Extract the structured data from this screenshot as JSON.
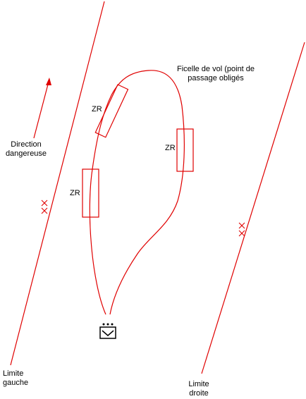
{
  "labels": {
    "ficelle_line1": "Ficelle de vol (point de",
    "ficelle_line2": "passage obligés",
    "direction_line1": "Direction",
    "direction_line2": "dangereuse",
    "zr_upper_left": "ZR",
    "zr_right": "ZR",
    "zr_lower_left": "ZR",
    "limite_gauche_line1": "Limite",
    "limite_gauche_line2": "gauche",
    "limite_droite_line1": "Limite",
    "limite_droite_line2": "droite"
  },
  "icons": {
    "launch_point": "launch-box-icon",
    "cross_marker": "cross-marker-icon",
    "direction_arrow": "arrow-up-icon"
  },
  "colors": {
    "line": "#e00000",
    "text": "#000000",
    "icon": "#000000"
  }
}
